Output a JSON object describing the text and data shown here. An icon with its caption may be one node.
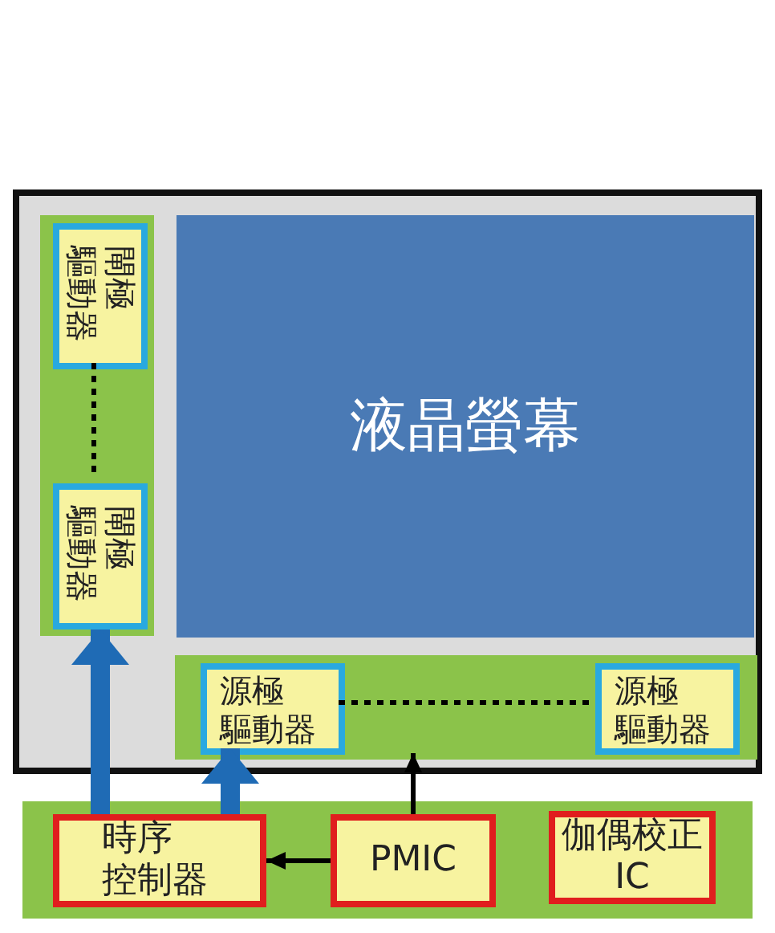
{
  "diagram": {
    "nodes": [
      {
        "text": [],
        "shape": "box"
      },
      {
        "text": [],
        "shape": "box",
        "in": 0
      },
      {
        "text": [
          "閘極驅動器"
        ],
        "in": 1
      },
      {
        "text": [
          "閘極驅動器"
        ],
        "in": 1
      },
      {
        "text": [
          "液晶螢幕"
        ],
        "in": 0
      },
      {
        "text": [],
        "shape": "box",
        "in": 0
      },
      {
        "text": [
          "源極驅動器"
        ],
        "in": 5
      },
      {
        "text": [
          "源極驅動器"
        ],
        "in": 5
      },
      {
        "text": [],
        "shape": "box"
      },
      {
        "text": [
          "時序控制器"
        ],
        "in": 8
      },
      {
        "text": [
          "PMIC"
        ],
        "in": 8
      },
      {
        "text": [
          "伽偶校正IC"
        ],
        "in": 8
      }
    ],
    "edges": [
      {
        "from": 2,
        "to": 3,
        "arrow": "none",
        "style": "dashed"
      },
      {
        "from": 6,
        "to": 7,
        "arrow": "none",
        "style": "dashed"
      },
      {
        "from": 9,
        "to": 1,
        "arrow": "to",
        "style": "thick",
        "color": "#1f6bb5"
      },
      {
        "from": 9,
        "to": 6,
        "arrow": "to",
        "style": "thick",
        "color": "#1f6bb5"
      },
      {
        "from": 10,
        "to": 5,
        "arrow": "to"
      },
      {
        "from": 10,
        "to": 9,
        "arrow": "to"
      }
    ]
  }
}
